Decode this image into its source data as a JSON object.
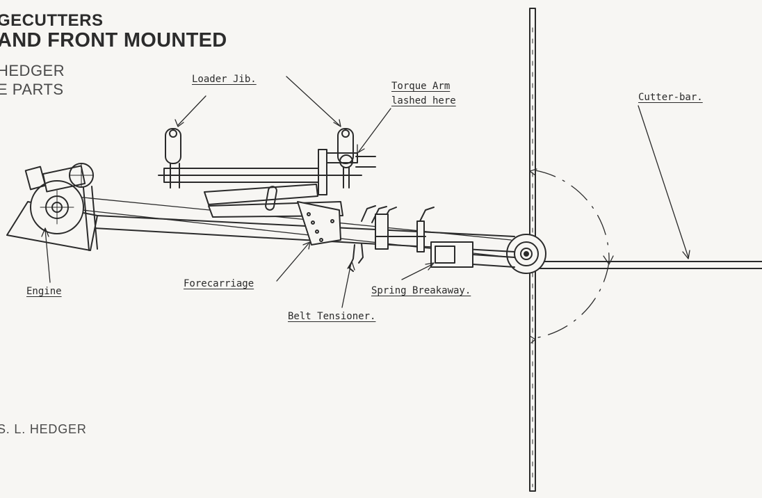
{
  "header": {
    "title_line1": "GECUTTERS",
    "title_line2": "AND FRONT MOUNTED",
    "subtitle_line1": "HEDGER",
    "subtitle_line2": "E PARTS"
  },
  "byline": "S. L. HEDGER",
  "labels": {
    "loader_jib": "Loader Jib.",
    "torque_arm_line1": "Torque Arm",
    "torque_arm_line2": "lashed here",
    "cutter_bar": "Cutter-bar.",
    "engine": "Engine",
    "forecarriage": "Forecarriage",
    "spring_breakaway": "Spring Breakaway.",
    "belt_tensioner": "Belt Tensioner."
  }
}
